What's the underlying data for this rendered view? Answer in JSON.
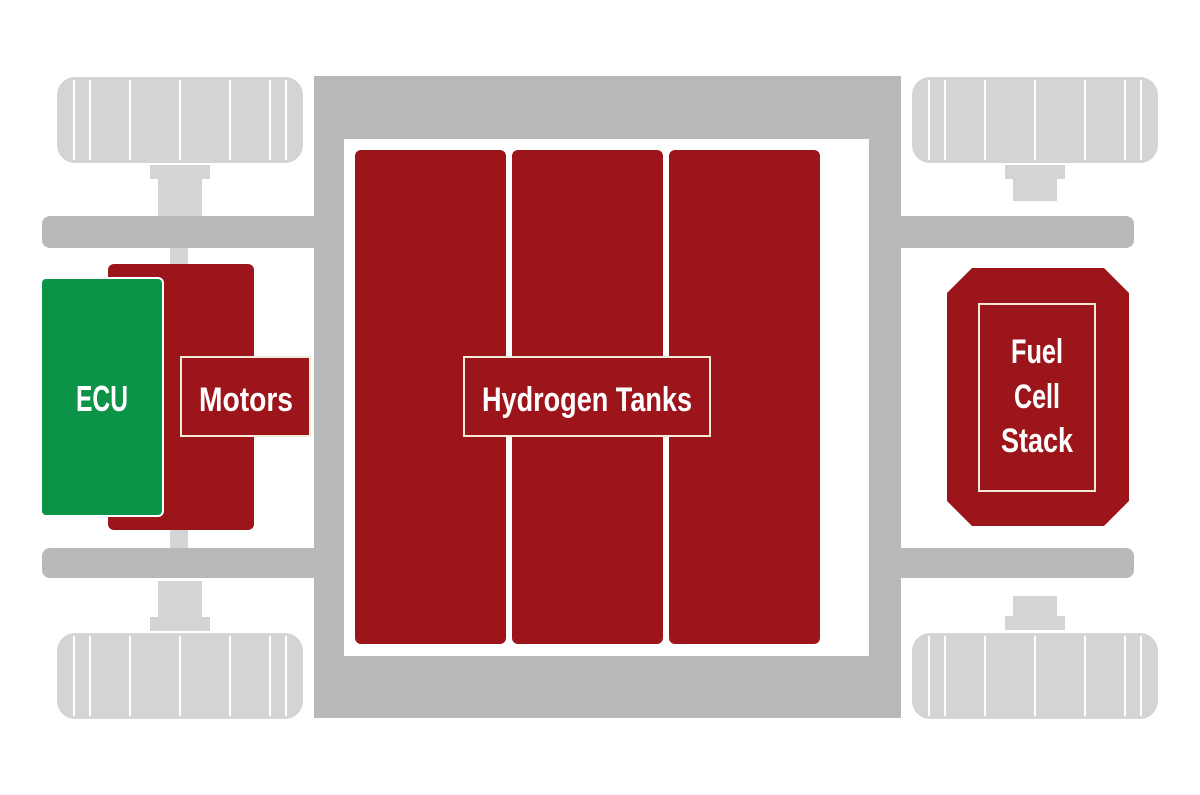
{
  "colors": {
    "background": "#ffffff",
    "frame": "#b8b9bb",
    "wheel": "#d3d4d6",
    "wheel_line": "#ffffff",
    "component_red": "#9c151b",
    "ecu_green": "#0b9347",
    "label_border": "#f3ead8",
    "label_text": "#ffffff"
  },
  "components": {
    "ecu": "ECU",
    "motors": "Motors",
    "hydrogen_tanks": "Hydrogen Tanks",
    "fuel_cell": {
      "line1": "Fuel",
      "line2": "Cell",
      "line3": "Stack"
    }
  },
  "icons": {
    "wheel": "tire-icon",
    "tank": "hydrogen-tank-icon"
  }
}
